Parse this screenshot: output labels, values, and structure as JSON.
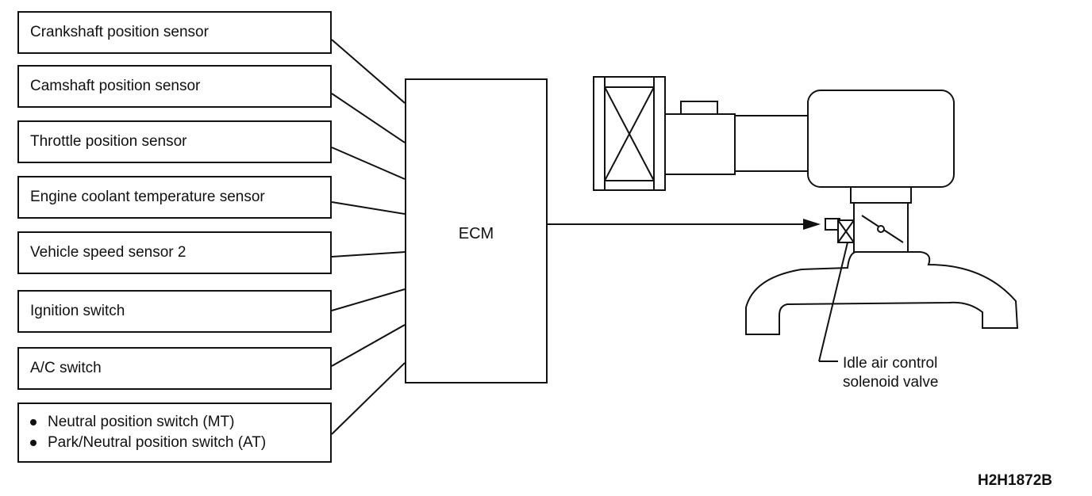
{
  "inputs": [
    {
      "label": "Crankshaft position sensor"
    },
    {
      "label": "Camshaft position sensor"
    },
    {
      "label": "Throttle position sensor"
    },
    {
      "label": "Engine coolant temperature sensor"
    },
    {
      "label": "Vehicle speed sensor 2"
    },
    {
      "label": "Ignition switch"
    },
    {
      "label": "A/C switch"
    }
  ],
  "last_input": {
    "lines": [
      "Neutral position switch (MT)",
      "Park/Neutral position switch (AT)"
    ]
  },
  "ecm": {
    "label": "ECM"
  },
  "valve_callout": {
    "line1": "Idle air control",
    "line2": "solenoid valve"
  },
  "figure_id": "H2H1872B",
  "colors": {
    "ink": "#111111",
    "background": "#ffffff"
  }
}
